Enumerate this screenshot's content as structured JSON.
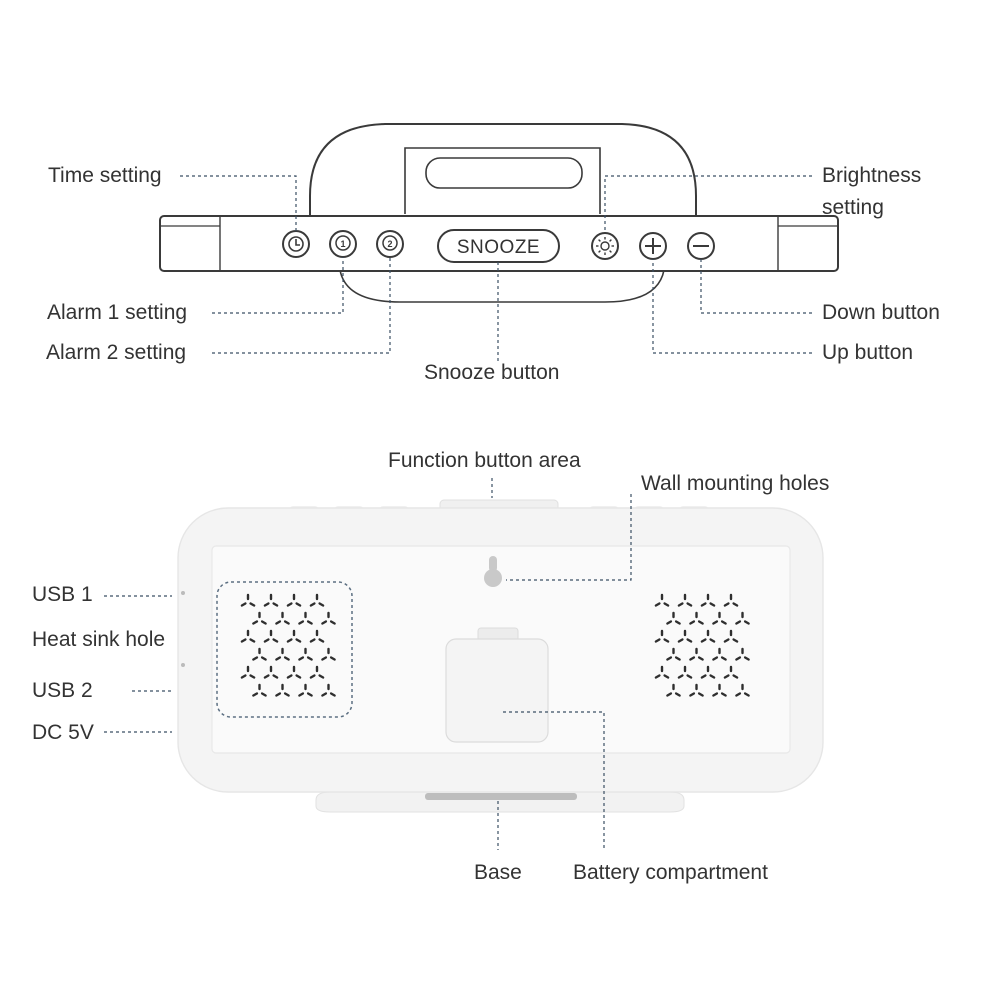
{
  "top_view": {
    "button_text": "SNOOZE",
    "labels": {
      "time_setting": "Time setting",
      "alarm1_setting": "Alarm 1 setting",
      "alarm2_setting": "Alarm 2 setting",
      "snooze_button": "Snooze button",
      "brightness_line1": "Brightness",
      "brightness_line2": "setting",
      "down_button": "Down button",
      "up_button": "Up button"
    }
  },
  "back_view": {
    "labels": {
      "function_button_area": "Function button area",
      "wall_mounting_holes": "Wall mounting holes",
      "usb1": "USB 1",
      "heat_sink_hole": "Heat sink hole",
      "usb2": "USB 2",
      "dc5v": "DC 5V",
      "base": "Base",
      "battery_compartment": "Battery compartment"
    }
  },
  "colors": {
    "outline": "#3a3a3a",
    "leader": "#3b4f63",
    "text": "#333333",
    "shell": "#f4f4f4"
  }
}
